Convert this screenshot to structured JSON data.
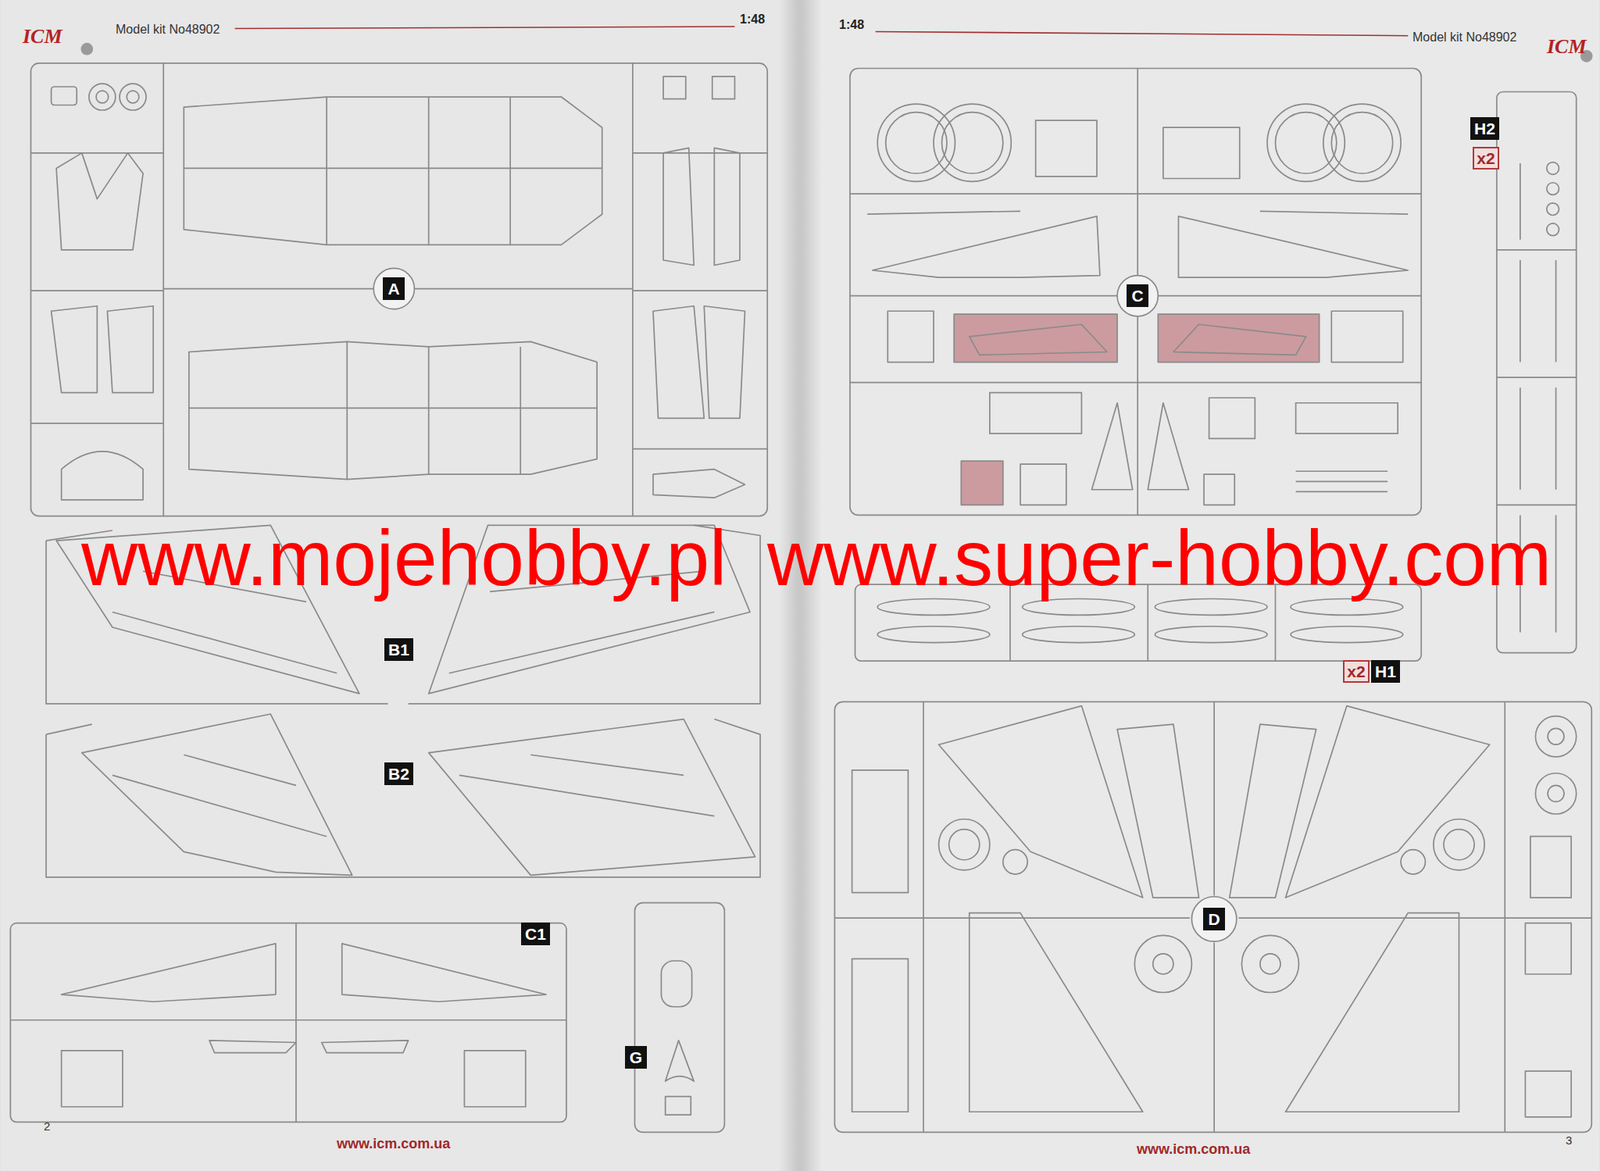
{
  "diagram": {
    "nodes": [
      {
        "text": [
          "A"
        ]
      },
      {
        "text": [
          "B1"
        ]
      },
      {
        "text": [
          "B2"
        ]
      },
      {
        "text": [
          "C1"
        ]
      },
      {
        "text": [
          "G"
        ]
      },
      {
        "text": [
          "C"
        ]
      },
      {
        "text": [
          "H2"
        ]
      },
      {
        "text": [
          "x2"
        ]
      },
      {
        "text": [
          "x2"
        ]
      },
      {
        "text": [
          "H1"
        ]
      },
      {
        "text": [
          "D"
        ]
      }
    ],
    "labels": [
      "ICM",
      "Model kit No48902",
      "1:48",
      "1:48",
      "Model kit No48902",
      "ICM",
      "www.mojehobby.pl",
      "www.super-hobby.com",
      "2",
      "www.icm.com.ua",
      "www.icm.com.ua",
      "3"
    ]
  }
}
